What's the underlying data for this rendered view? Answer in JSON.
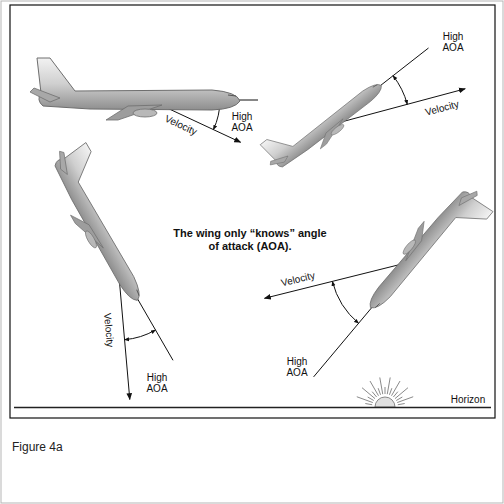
{
  "diagram": {
    "caption": "Figure 4a",
    "labels": [
      "High AOA",
      "Velocity",
      "High AOA",
      "Velocity",
      "The wing only “knows” angle of attack (AOA).",
      "High AOA",
      "Velocity",
      "Velocity",
      "High AOA",
      "Horizon"
    ]
  }
}
